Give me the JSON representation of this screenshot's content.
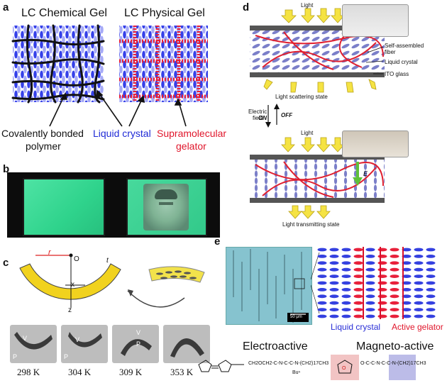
{
  "figure": {
    "a": {
      "tag": "a",
      "chem_title": "LC Chemical Gel",
      "phys_title": "LC Physical Gel",
      "polymer": "Covalently bonded\npolymer",
      "polymer_l1": "Covalently bonded",
      "polymer_l2": "polymer",
      "lc": "Liquid crystal",
      "gel_l1": "Supramolecular",
      "gel_l2": "gelator",
      "colors": {
        "lc": "#1f2ad6",
        "gel": "#e0162b"
      }
    },
    "b": {
      "tag": "b"
    },
    "c": {
      "tag": "c",
      "temps": [
        "298 K",
        "304 K",
        "309 K",
        "353 K"
      ],
      "marks_v": "V",
      "marks_p": "P",
      "r_label": "r",
      "o_label": "O",
      "t_label": "t",
      "x_label": "x",
      "z_label": "z"
    },
    "d": {
      "tag": "d",
      "light_top": "Light",
      "fiber": "Self-assembled\nfiber",
      "fiber_l1": "Self-assembled",
      "fiber_l2": "fiber",
      "lc": "Liquid crystal",
      "ito": "ITO glass",
      "scatter": "Light scattering state",
      "field_l1": "Electric",
      "field_l2": "field",
      "on": "ON",
      "off": "OFF",
      "light_mid": "Light",
      "e_label": "E",
      "transmit": "Light transmitting state"
    },
    "e": {
      "tag": "e",
      "scale": "50 μm",
      "lc": "Liquid crystal",
      "gel": "Active gelator",
      "electro": "Electroactive",
      "magneto": "Magneto-active",
      "formula_e": "CH2OCH2-C-N-C-C-N-(CH2)17CH3",
      "bu": "Buⁿ",
      "formula_m": "O-C-C-N-C-C-N-(CH2)17CH3"
    }
  }
}
